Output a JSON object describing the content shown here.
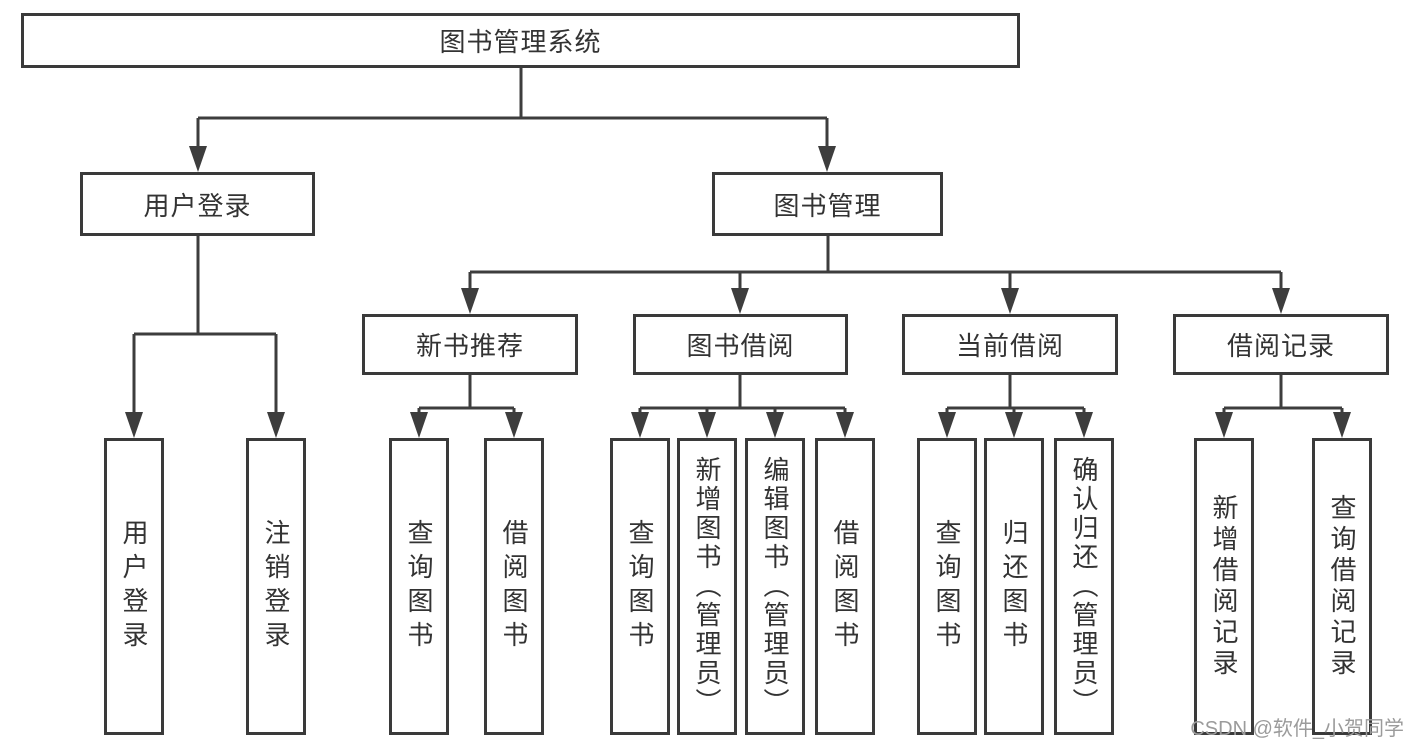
{
  "diagram": {
    "root": {
      "label": "图书管理系统"
    },
    "level2": [
      {
        "label": "用户登录"
      },
      {
        "label": "图书管理"
      }
    ],
    "level3": [
      {
        "label": "新书推荐"
      },
      {
        "label": "图书借阅"
      },
      {
        "label": "当前借阅"
      },
      {
        "label": "借阅记录"
      }
    ],
    "leaves": {
      "user_login": [
        {
          "label": "用户登录"
        },
        {
          "label": "注销登录"
        }
      ],
      "new_book_recommendation": [
        {
          "label": "查询图书"
        },
        {
          "label": "借阅图书"
        }
      ],
      "book_borrowing": [
        {
          "label": "查询图书"
        },
        {
          "label": "新增图书（管理员）"
        },
        {
          "label": "编辑图书（管理员）"
        },
        {
          "label": "借阅图书"
        }
      ],
      "current_borrowing": [
        {
          "label": "查询图书"
        },
        {
          "label": "归还图书"
        },
        {
          "label": "确认归还（管理员）"
        }
      ],
      "borrowing_records": [
        {
          "label": "新增借阅记录"
        },
        {
          "label": "查询借阅记录"
        }
      ]
    },
    "watermark": "CSDN @软件_小贺同学",
    "colors": {
      "line": "#3d3d3d",
      "text": "#333333",
      "watermark": "#9b9b9b",
      "background": "#ffffff"
    }
  }
}
